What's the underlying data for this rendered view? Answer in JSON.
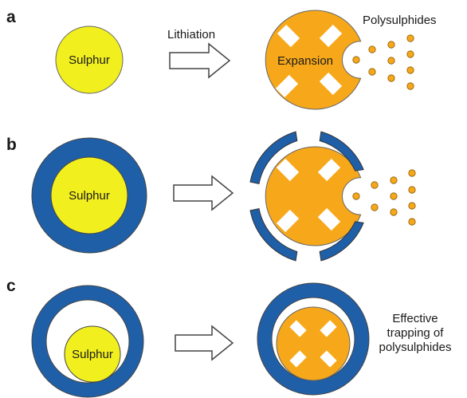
{
  "panels": [
    {
      "letter": "a",
      "core_label": "Sulphur",
      "arrow_label": "Lithiation",
      "result_label": "Expansion",
      "side_label": "Polysulphides"
    },
    {
      "letter": "b",
      "core_label": "Sulphur"
    },
    {
      "letter": "c",
      "core_label": "Sulphur",
      "side_label_lines": [
        "Effective",
        "trapping of",
        "polysulphides"
      ]
    }
  ],
  "colors": {
    "sulphur": "#f2ef1f",
    "expanded": "#f7a81a",
    "shell": "#1f5fa8",
    "void": "#ffffff",
    "outline": "#555555"
  }
}
